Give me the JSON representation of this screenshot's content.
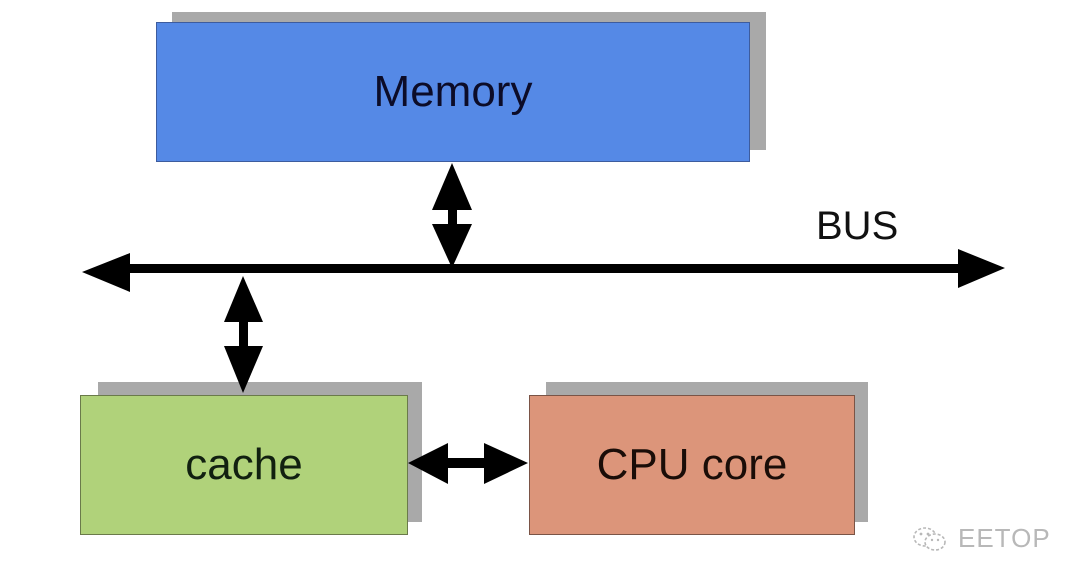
{
  "diagram": {
    "nodes": [
      {
        "id": "memory",
        "label": "Memory",
        "color": "#5589e6"
      },
      {
        "id": "cache",
        "label": "cache",
        "color": "#b0d27a"
      },
      {
        "id": "cpu",
        "label": "CPU core",
        "color": "#dc957a"
      }
    ],
    "bus": {
      "label": "BUS"
    },
    "edges": [
      {
        "from": "memory",
        "to": "bus",
        "direction": "bidirectional"
      },
      {
        "from": "cache",
        "to": "bus",
        "direction": "bidirectional"
      },
      {
        "from": "cache",
        "to": "cpu",
        "direction": "bidirectional"
      }
    ]
  },
  "watermark": {
    "text": "EETOP",
    "icon": "wechat-icon"
  }
}
